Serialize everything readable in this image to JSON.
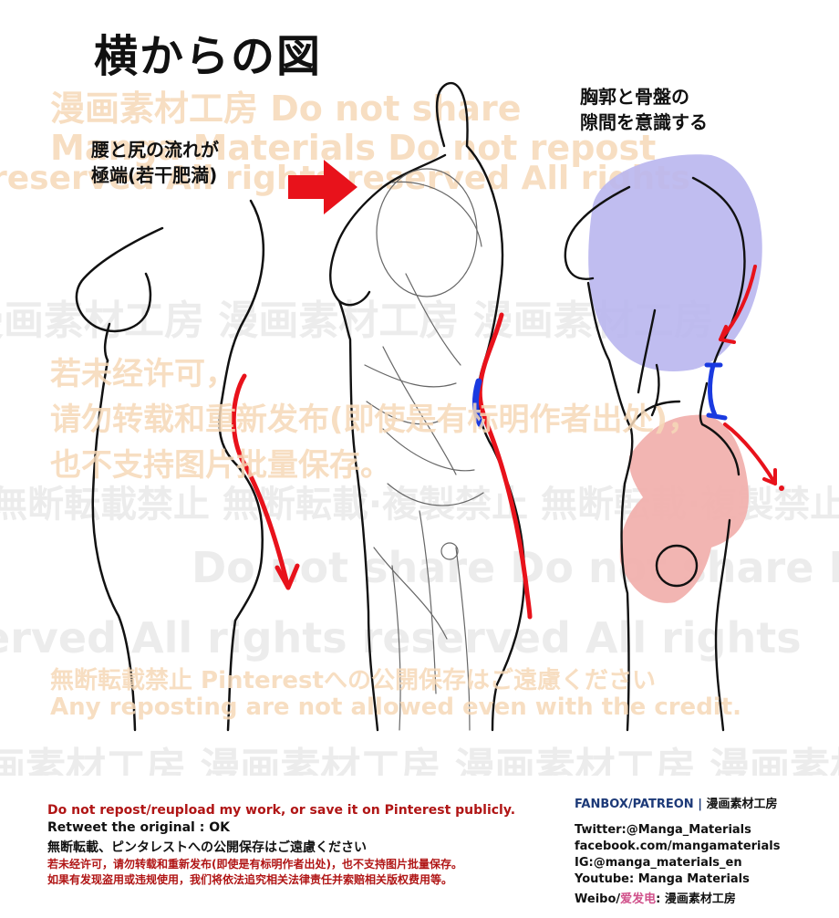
{
  "title": "横からの図",
  "notes": {
    "left": [
      "腰と尻の流れが",
      "極端(若干肥満)"
    ],
    "right": [
      "胸郭と骨盤の",
      "隙間を意識する"
    ]
  },
  "watermarks": {
    "gray_rows": [
      "漫画素材工房        漫画素材工房        漫画素材工房",
      "無断転載禁止    無断転載·複製禁止    無断転載·複製禁止",
      "Do not share    Do not share    Do not share",
      "erved    All rights reserved    All rights",
      "漫画素材工房    漫画素材工房    漫画素材工房    漫画素材工房"
    ],
    "orange_rows": [
      "漫画素材工房    Do not share",
      "Manga Materials      Do not repost",
      "reserved    All rights reserved    All rights",
      "若未经许可，",
      "请勿转载和重新发布(即使是有标明作者出处)，",
      "也不支持图片批量保存。",
      "無断転載禁止 Pinterestへの公開保存はご遠慮ください",
      "Any reposting are not allowed even with the credit."
    ]
  },
  "footer": {
    "left": {
      "line1": "Do not repost/reupload my work, or save it on Pinterest publicly.",
      "line2": "Retweet the original : OK",
      "line3": "無断転載、ピンタレストへの公開保存はご遠慮ください",
      "line4": "若未经许可，请勿转载和重新发布(即使是有标明作者出处)，也不支持图片批量保存。",
      "line5": "如果有发现盗用或违规使用，我们将依法追究相关法律责任并索赔相关版权费用等。"
    },
    "right": {
      "fanbox": "FANBOX/PATREON",
      "separator": "|",
      "brand": "漫画素材工房",
      "twitter": "Twitter:@Manga_Materials",
      "facebook": "facebook.com/mangamaterials",
      "ig": "IG:@manga_materials_en",
      "youtube": "Youtube: Manga Materials",
      "weibo_prefix": "Weibo/",
      "weibo_name": "爱发电",
      "weibo_suffix": ": 漫画素材工房"
    }
  },
  "colors": {
    "arrow_red": "#e8121b",
    "brace_blue": "#1a3ae0",
    "ribcage_fill": "#b9b6ee",
    "pelvis_fill": "#f1b1ae",
    "watermark_orange": "#f6d9b8"
  }
}
